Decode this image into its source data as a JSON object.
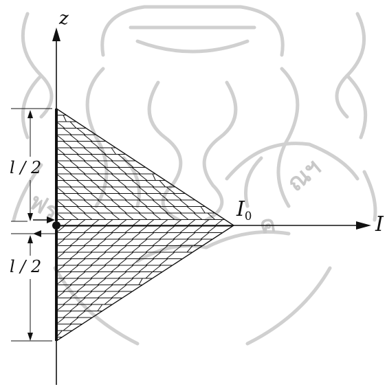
{
  "axes": {
    "vertical_label": "z",
    "horizontal_label": "I"
  },
  "labels": {
    "half_length_top": "l / 2",
    "half_length_bottom": "l / 2",
    "peak_current": "I",
    "peak_current_sub": "0"
  },
  "watermark": {
    "description": "university seal watermark (garuda emblem, Thai lettering)",
    "color": "#c8c8c8"
  },
  "colors": {
    "ink": "#111111",
    "watermark": "#c8c8c8"
  },
  "distribution": {
    "shape": "triangular",
    "peak_at": "feed point (center)",
    "zero_at": "antenna ends"
  }
}
